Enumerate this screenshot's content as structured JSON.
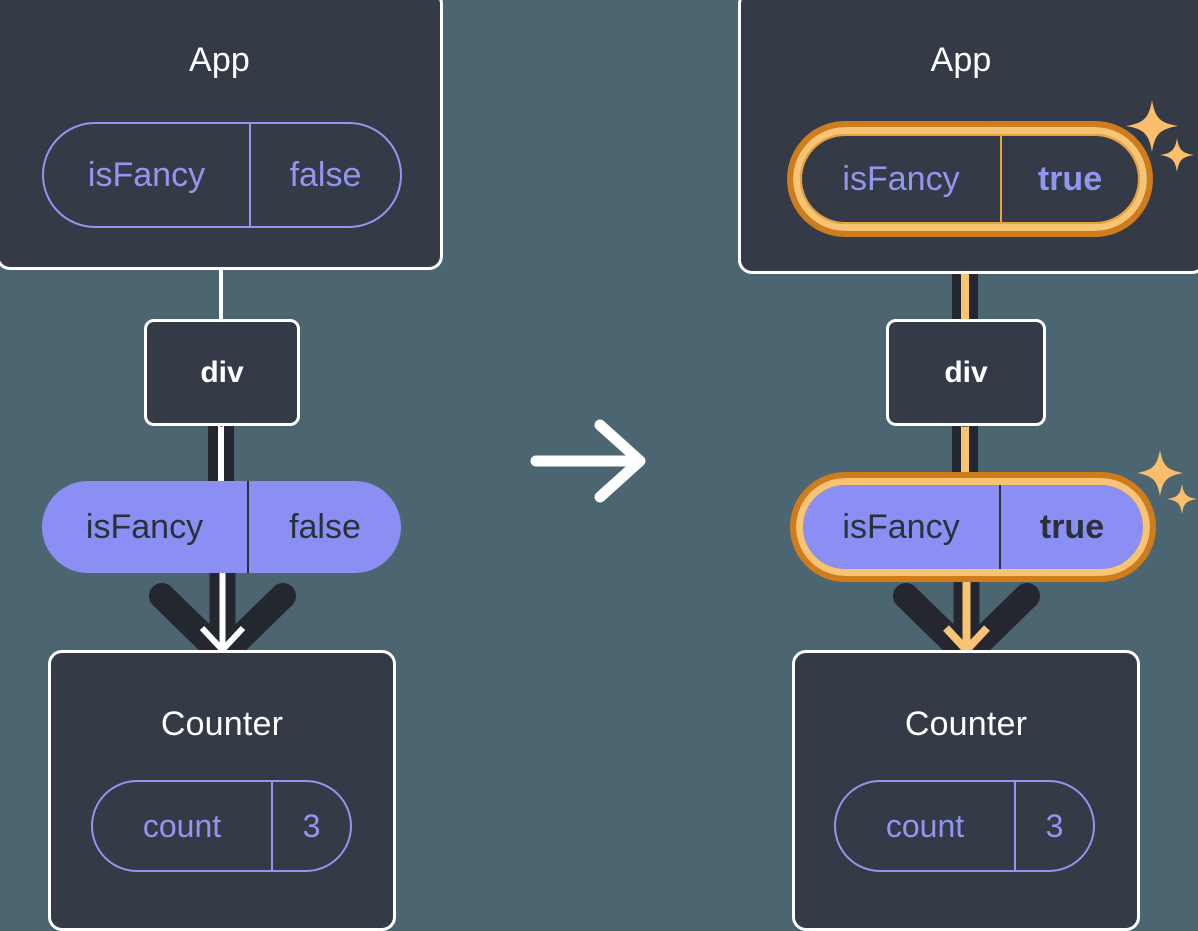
{
  "diagram": {
    "type": "react-state-propagation",
    "background_color": "#4b6670",
    "transition_icon": "right-arrow-icon",
    "accent_colors": {
      "card_bg": "#343a46",
      "card_border": "#ffffff",
      "pill_outline": "#9396f0",
      "pill_fill": "#8b8ef2",
      "pill_fill_text": "#2b303b",
      "highlight_outer": "#cf7c1c",
      "highlight_inner": "#f9c374",
      "connector_dark": "#242730"
    }
  },
  "panels": [
    {
      "id": "before",
      "highlighted": false,
      "app_card": {
        "title": "App",
        "pill": {
          "key": "isFancy",
          "value": "false",
          "style": "outline",
          "highlighted": false,
          "bold_value": false
        }
      },
      "dom_node": {
        "label": "div"
      },
      "prop_pill": {
        "key": "isFancy",
        "value": "false",
        "style": "filled",
        "highlighted": false,
        "bold_value": false
      },
      "child_card": {
        "title": "Counter",
        "pill": {
          "key": "count",
          "value": "3",
          "style": "outline",
          "highlighted": false,
          "bold_value": false
        }
      }
    },
    {
      "id": "after",
      "highlighted": true,
      "app_card": {
        "title": "App",
        "pill": {
          "key": "isFancy",
          "value": "true",
          "style": "outline",
          "highlighted": true,
          "bold_value": true
        }
      },
      "dom_node": {
        "label": "div"
      },
      "prop_pill": {
        "key": "isFancy",
        "value": "true",
        "style": "filled",
        "highlighted": true,
        "bold_value": true
      },
      "child_card": {
        "title": "Counter",
        "pill": {
          "key": "count",
          "value": "3",
          "style": "outline",
          "highlighted": false,
          "bold_value": false
        }
      },
      "sparkles": {
        "name": "sparkle-icon",
        "count": 2
      }
    }
  ]
}
